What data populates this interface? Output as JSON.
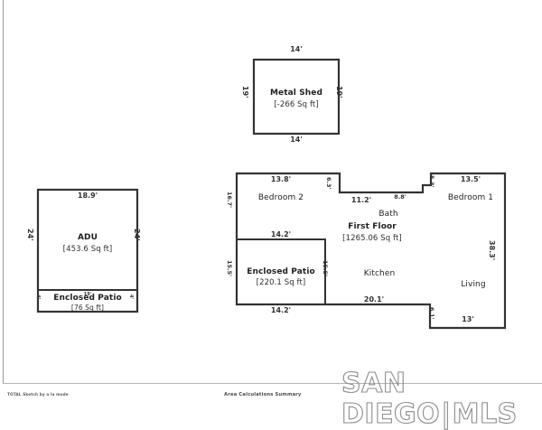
{
  "document": {
    "type": "floor-plan-sketch",
    "footer_left": "TOTAL Sketch by a la mode",
    "footer_center": "Area Calculations Summary"
  },
  "watermark": {
    "part1": "SAN DIEGO",
    "divider": "|",
    "part2": "MLS"
  },
  "structures": {
    "metal_shed": {
      "name": "Metal Shed",
      "area": "[-266 Sq ft]",
      "dim_top": "14'",
      "dim_bottom": "14'",
      "dim_left": "19'",
      "dim_right": "19'"
    },
    "adu": {
      "name": "ADU",
      "area": "[453.6 Sq ft]",
      "dim_top": "18.9'",
      "dim_left": "24'",
      "dim_right": "24'",
      "patio": {
        "name": "Enclosed Patio",
        "area": "[76 Sq ft]",
        "dim_top": "19'",
        "dim_left": "4'",
        "dim_right": "4'"
      }
    },
    "first_floor": {
      "name": "First Floor",
      "area": "[1265.06 Sq ft]",
      "rooms": [
        {
          "key": "bedroom2",
          "label": "Bedroom 2"
        },
        {
          "key": "bedroom1",
          "label": "Bedroom 1"
        },
        {
          "key": "bath",
          "label": "Bath"
        },
        {
          "key": "kitchen",
          "label": "Kitchen"
        },
        {
          "key": "living",
          "label": "Living"
        }
      ],
      "patio": {
        "name": "Enclosed Patio",
        "area": "[220.1 Sq ft]",
        "dim_top": "14.2'",
        "dim_bottom": "14.2'",
        "dim_left": "15.5'",
        "dim_right": "15.5'"
      },
      "dimensions": {
        "bedroom2_top": "13.8'",
        "bedroom2_right": "6.3'",
        "west_wall": "16.7'",
        "north_mid": "11.2'",
        "bath_notch": "8.8'",
        "bedroom1_left": "5.3'",
        "bedroom1_top": "13.5'",
        "east_wall": "38.3'",
        "kitchen_bottom": "20.1'",
        "living_step": "6.1'",
        "south_east": "13'"
      }
    }
  },
  "chart_data": {
    "type": "table",
    "title": "Area Calculations Summary",
    "categories": [
      "Metal Shed",
      "ADU",
      "ADU Enclosed Patio",
      "First Floor",
      "First Floor Enclosed Patio"
    ],
    "values": [
      -266,
      453.6,
      76,
      1265.06,
      220.1
    ],
    "ylabel": "Square Feet"
  }
}
